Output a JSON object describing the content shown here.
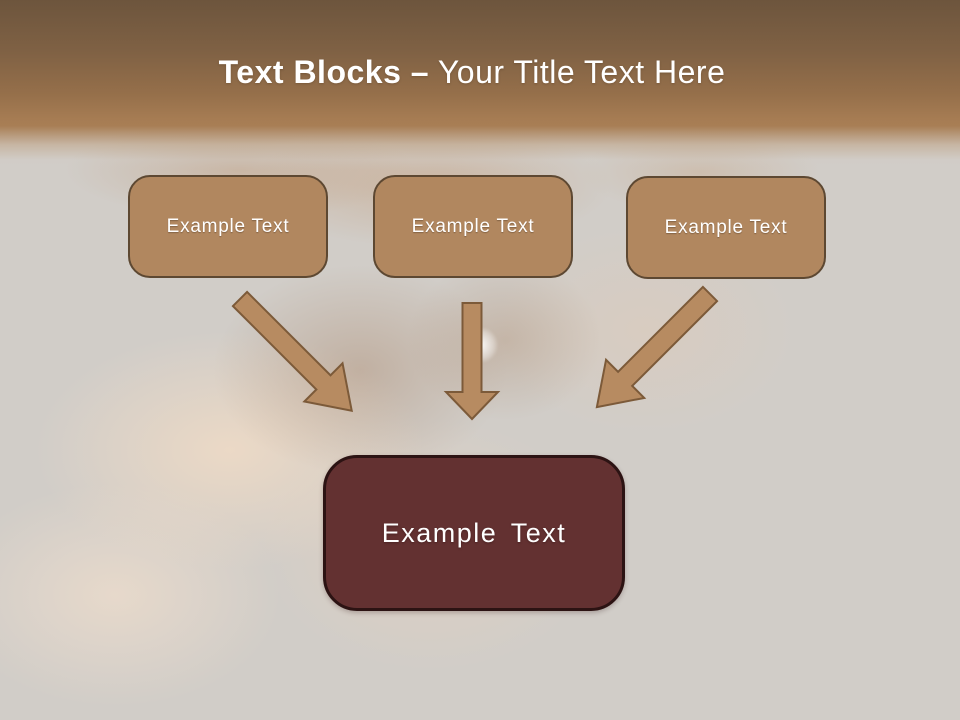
{
  "slide": {
    "title": {
      "bold": "Text Blocks –",
      "regular": "Your Title Text Here"
    },
    "blocks": {
      "top": [
        {
          "label": "Example Text"
        },
        {
          "label": "Example Text"
        },
        {
          "label": "Example Text"
        }
      ],
      "main": {
        "label": "Example Text"
      }
    },
    "icons": {
      "arrow_left": "arrow-down-right",
      "arrow_middle": "arrow-down",
      "arrow_right": "arrow-down-left"
    }
  },
  "colors": {
    "header-top": "#6d553d",
    "header-bottom": "#a87e55",
    "canvas": "#d1cdc8",
    "block-fill": "#b1875f",
    "block-border": "#5d4832",
    "block-text": "#ffffff",
    "arrow-fill": "#b78b61",
    "arrow-stroke": "#7c5a39",
    "main-fill": "#633131",
    "main-border": "#2c1313",
    "title-text": "#ffffff"
  }
}
